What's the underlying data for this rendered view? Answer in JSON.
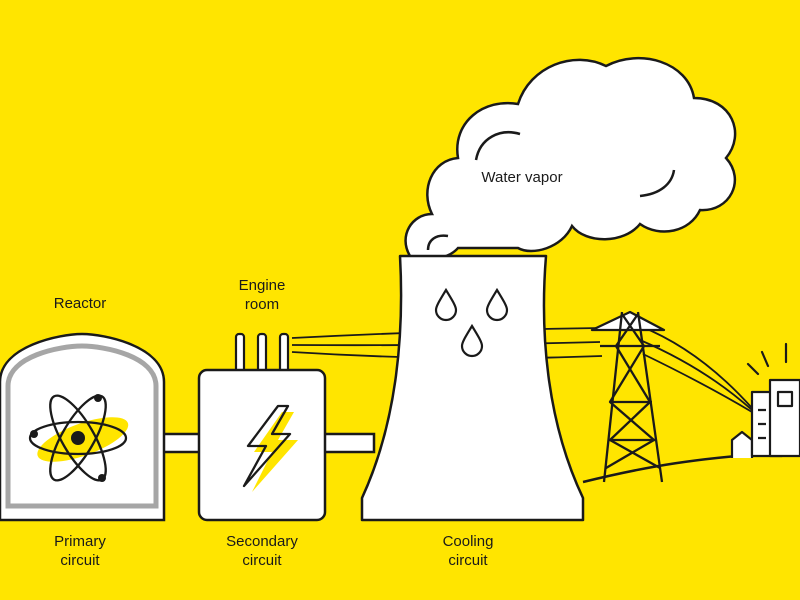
{
  "colors": {
    "background": "#ffe500",
    "outline": "#1a1a1a",
    "fill": "#ffffff",
    "reactor_frame": "#a6a6a6",
    "accent": "#ffe500"
  },
  "icons": [
    "atom-icon",
    "lightning-bolt-icon",
    "water-drop-icon",
    "transmission-tower-icon",
    "city-buildings-icon",
    "cloud-icon"
  ],
  "labels": {
    "reactor": "Reactor",
    "engine_room_line1": "Engine",
    "engine_room_line2": "room",
    "water_vapor": "Water vapor",
    "primary_line1": "Primary",
    "primary_line2": "circuit",
    "secondary_line1": "Secondary",
    "secondary_line2": "circuit",
    "cooling_line1": "Cooling",
    "cooling_line2": "circuit"
  }
}
